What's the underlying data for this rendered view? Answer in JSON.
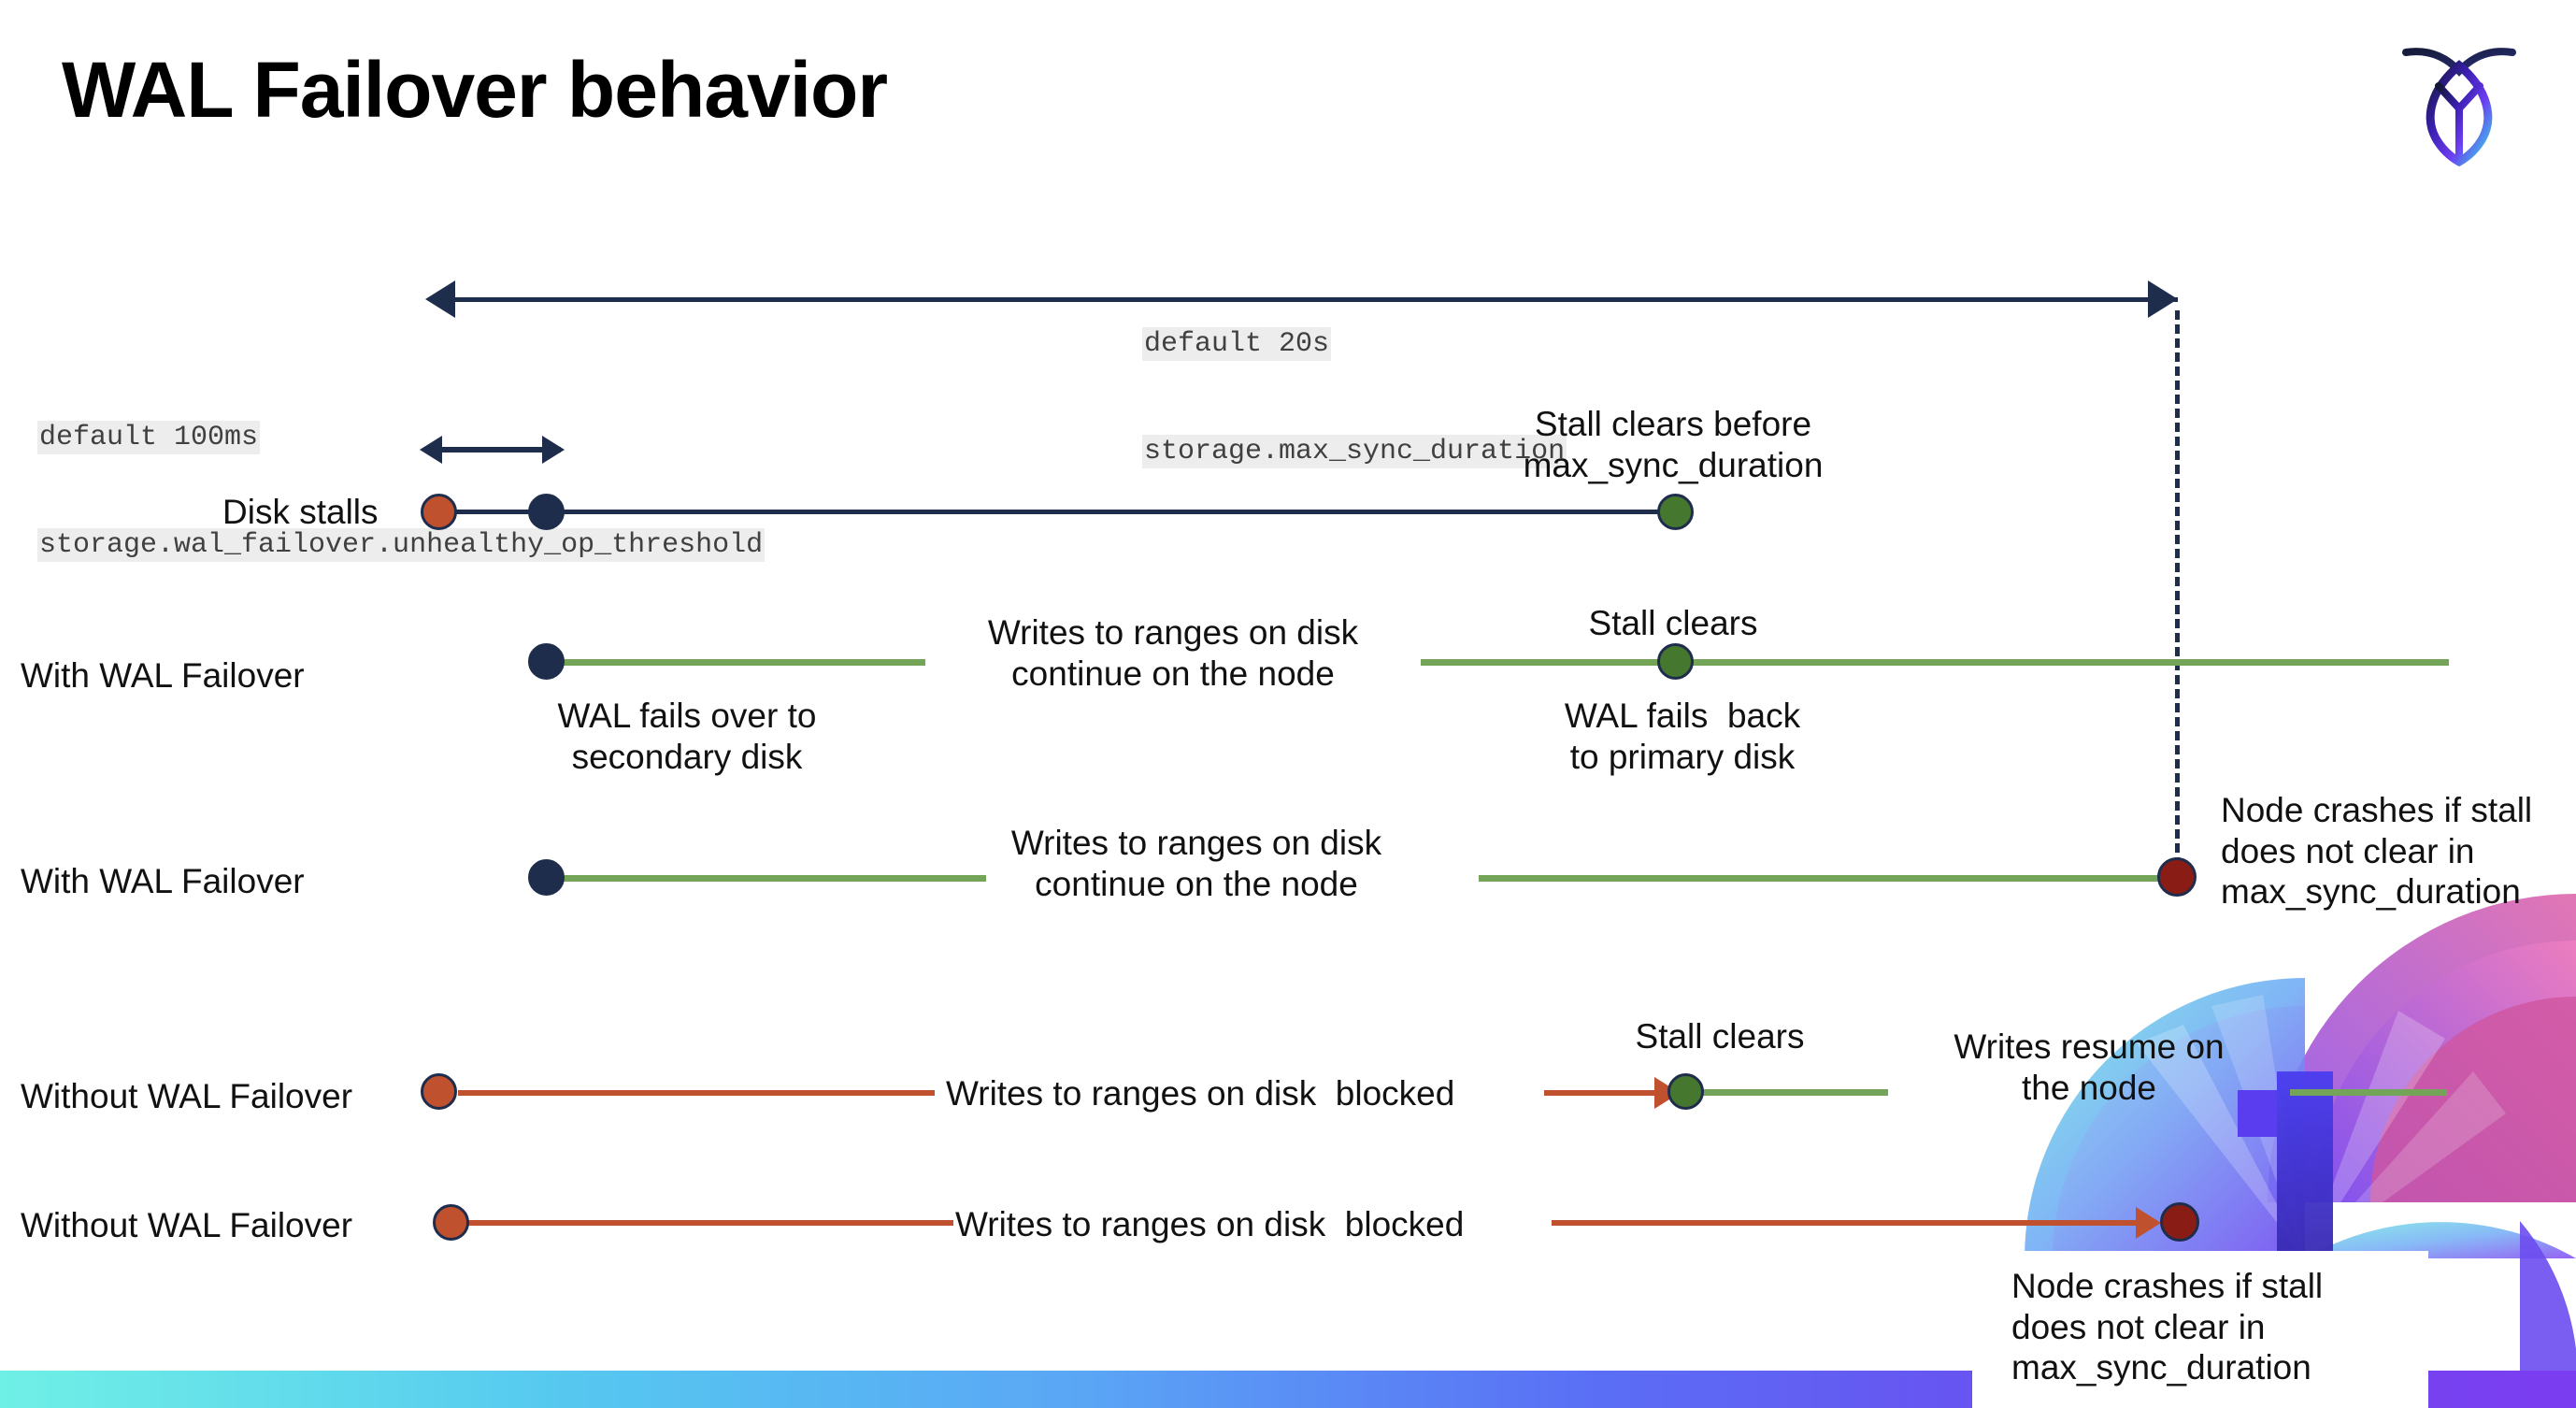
{
  "slide": {
    "title": "WAL Failover behavior",
    "logo_name": "cockroachdb-logo"
  },
  "annotations": {
    "max_sync": {
      "line1": "default 20s",
      "line2": "storage.max_sync_duration"
    },
    "unhealthy_threshold": {
      "line1": "default 100ms",
      "line2": "storage.wal_failover.unhealthy_op_threshold"
    }
  },
  "rows": [
    {
      "id": "disk-stalls",
      "label": "Disk stalls",
      "note_above": "Stall clears before\nmax_sync_duration"
    },
    {
      "id": "with-wal-failover-1",
      "label": "With WAL Failover",
      "note_below_left": "WAL fails over to\nsecondary disk",
      "note_mid": "Writes to ranges on disk\ncontinue on the node",
      "note_above_right": "Stall clears",
      "note_below_right": "WAL fails  back\nto primary disk"
    },
    {
      "id": "with-wal-failover-2",
      "label": "With WAL Failover",
      "note_mid": "Writes to ranges on disk\ncontinue on the node",
      "note_right": "Node crashes if stall\ndoes not clear in\nmax_sync_duration"
    },
    {
      "id": "without-wal-failover-1",
      "label": "Without WAL Failover",
      "note_mid": "Writes to ranges on disk  blocked",
      "note_above_right": "Stall clears",
      "note_right": "Writes resume on\nthe node"
    },
    {
      "id": "without-wal-failover-2",
      "label": "Without WAL Failover",
      "note_mid": "Writes to ranges on disk  blocked",
      "note_card": "Node crashes if stall\ndoes not clear in\nmax_sync_duration"
    }
  ],
  "colors": {
    "navy": "#1f2d4d",
    "orange": "#c0512f",
    "green_line": "#74a457",
    "green_dot": "#46772e",
    "dark_red": "#8a1c16",
    "code_bg": "#ededed"
  }
}
